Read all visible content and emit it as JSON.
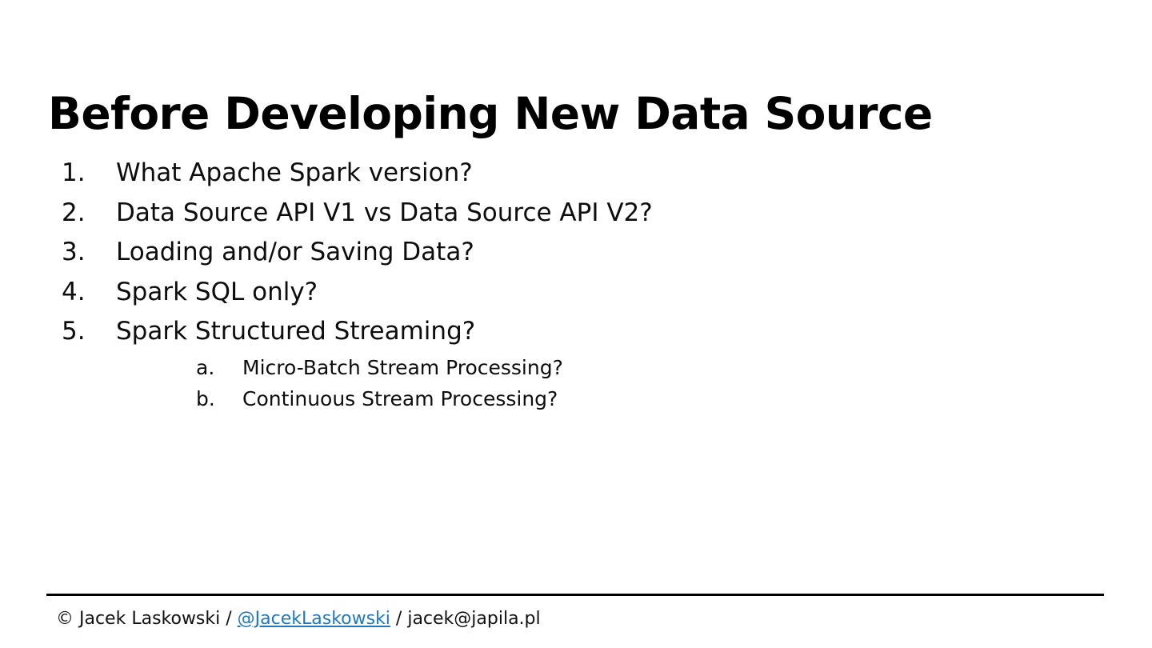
{
  "slide": {
    "title": "Before Developing New Data Source",
    "background_color": "#ffffff",
    "text_color": "#0d0d0d",
    "link_color": "#1f79bf",
    "rule_color": "#000000"
  },
  "outline": {
    "items": [
      {
        "marker": "1.",
        "text": "What Apache Spark version?"
      },
      {
        "marker": "2.",
        "text": "Data Source API V1 vs Data Source API V2?"
      },
      {
        "marker": "3.",
        "text": "Loading and/or Saving Data?"
      },
      {
        "marker": "4.",
        "text": "Spark SQL only?"
      },
      {
        "marker": "5.",
        "text": "Spark Structured Streaming?"
      }
    ],
    "subitems": [
      {
        "marker": "a.",
        "text": "Micro-Batch Stream Processing?"
      },
      {
        "marker": "b.",
        "text": "Continuous Stream Processing?"
      }
    ]
  },
  "footer": {
    "copyright": "© Jacek Laskowski /",
    "link": "@JacekLaskowski",
    "email": "/ jacek@japila.pl"
  }
}
